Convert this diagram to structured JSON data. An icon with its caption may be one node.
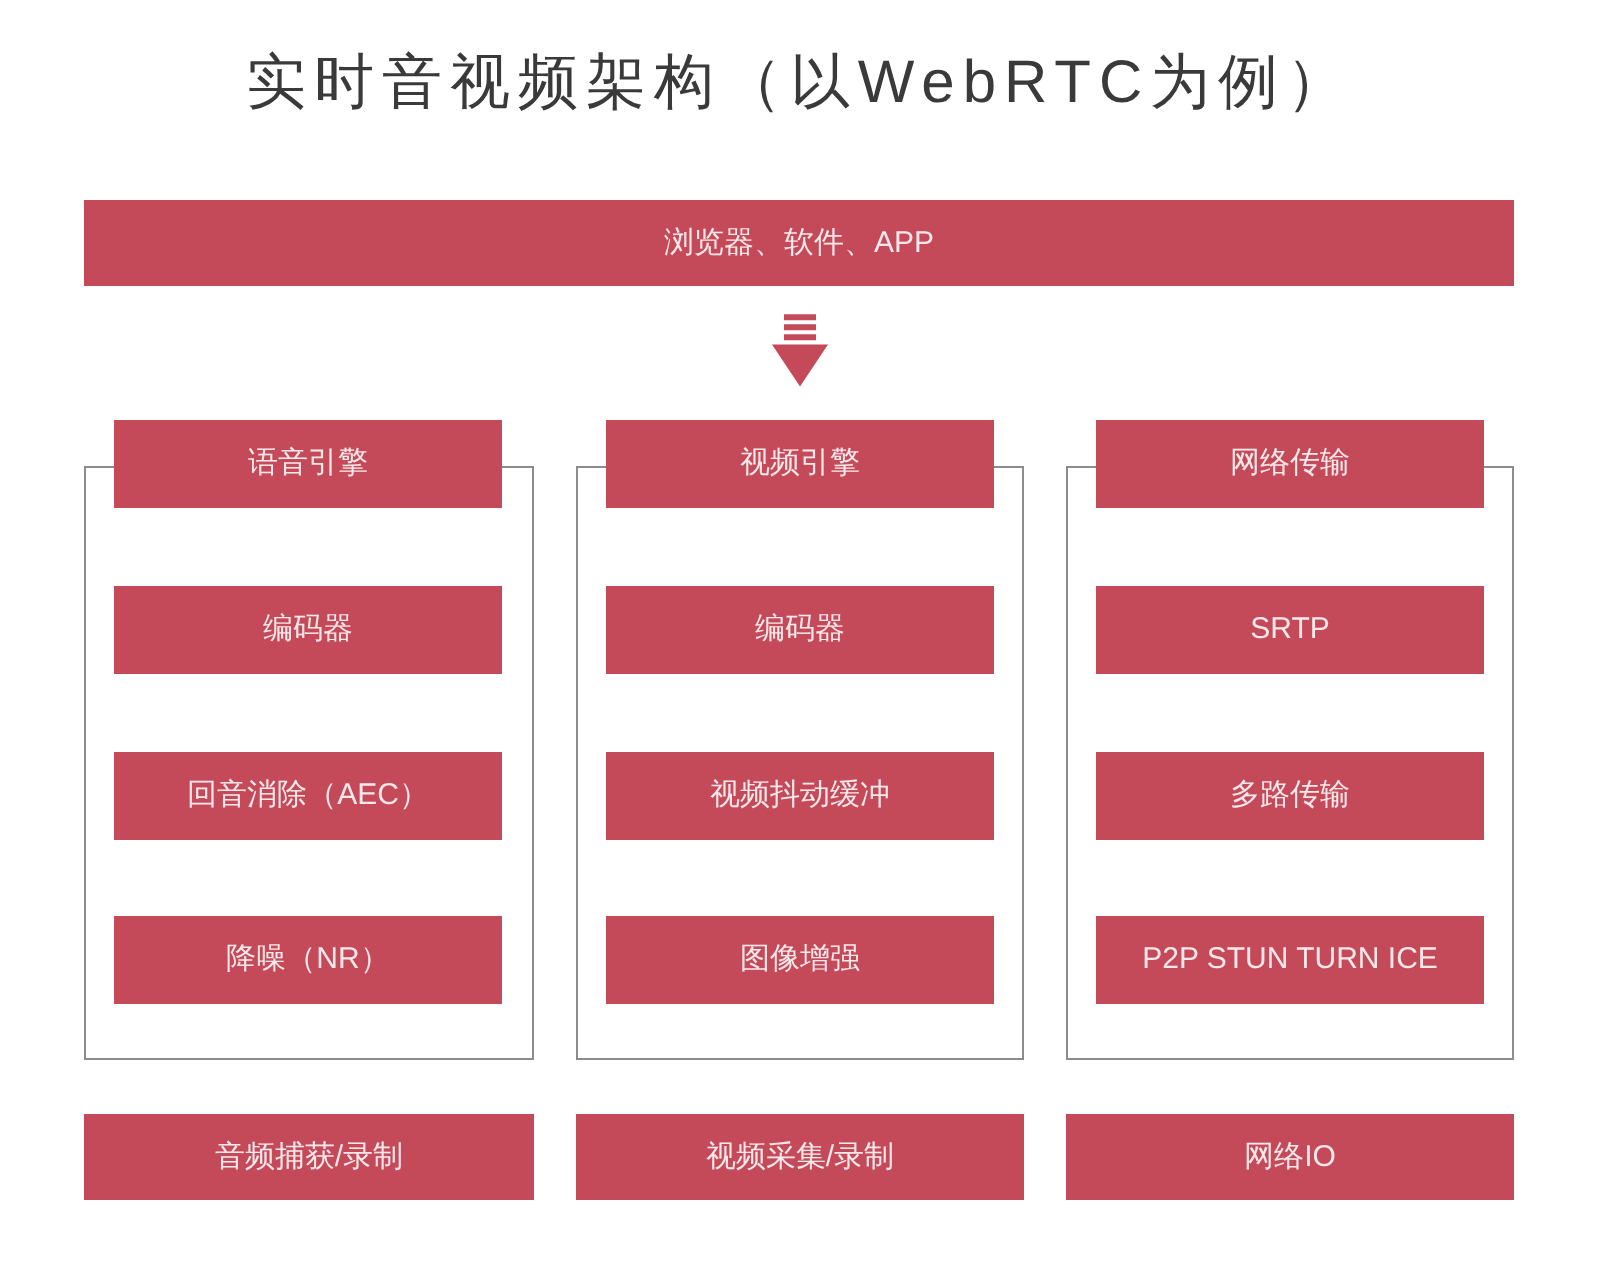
{
  "diagram": {
    "title": "实时音视频架构（以WebRTC为例）",
    "nodes": [
      {
        "text": [
          "浏览器、软件、APP"
        ]
      },
      {
        "text": [],
        "shape": "box"
      },
      {
        "text": [
          "语音引擎"
        ],
        "in": 1
      },
      {
        "text": [
          "编码器"
        ],
        "in": 1
      },
      {
        "text": [
          "回音消除（AEC）"
        ],
        "in": 1
      },
      {
        "text": [
          "降噪（NR）"
        ],
        "in": 1
      },
      {
        "text": [],
        "shape": "box"
      },
      {
        "text": [
          "视频引擎"
        ],
        "in": 6
      },
      {
        "text": [
          "编码器"
        ],
        "in": 6
      },
      {
        "text": [
          "视频抖动缓冲"
        ],
        "in": 6
      },
      {
        "text": [
          "图像增强"
        ],
        "in": 6
      },
      {
        "text": [],
        "shape": "box"
      },
      {
        "text": [
          "网络传输"
        ],
        "in": 11
      },
      {
        "text": [
          "SRTP"
        ],
        "in": 11
      },
      {
        "text": [
          "多路传输"
        ],
        "in": 11
      },
      {
        "text": [
          "P2P STUN TURN ICE"
        ],
        "in": 11
      },
      {
        "text": [
          "音频捕获/录制"
        ]
      },
      {
        "text": [
          "视频采集/录制"
        ]
      },
      {
        "text": [
          "网络IO"
        ]
      }
    ],
    "edges": [
      {
        "from": 0,
        "to": 7,
        "arrow": "to"
      }
    ]
  }
}
